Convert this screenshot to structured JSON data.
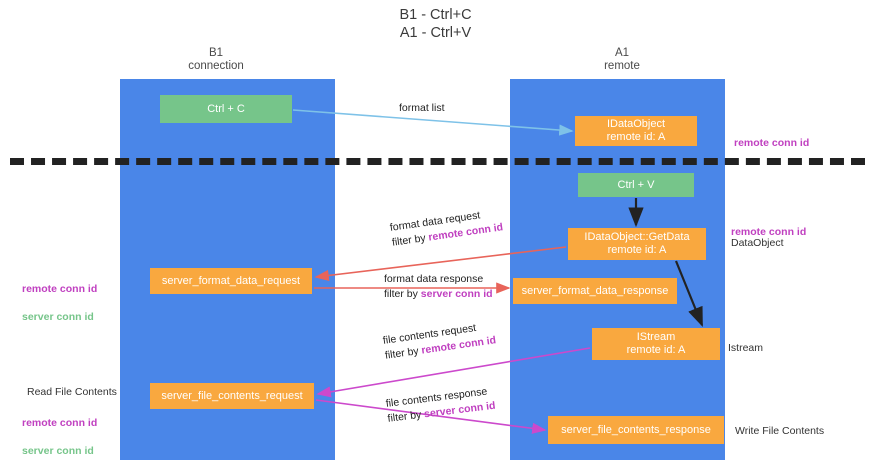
{
  "title": "B1 - Ctrl+C\nA1 - Ctrl+V",
  "columns": {
    "left": "B1\nconnection",
    "right": "A1\nremote"
  },
  "colors": {
    "lane": "#4a86e8",
    "node_green": "#76c58a",
    "node_orange": "#f9a83f",
    "remote_conn_id": "#c040c0",
    "server_conn_id": "#76c58a",
    "arrow_format_list": "#7ec2e8",
    "arrow_format_data": "#e8645a",
    "arrow_file_contents": "#cc49cc",
    "arrow_black": "#222222",
    "separator": "#222222"
  },
  "nodes": {
    "ctrl_c": "Ctrl + C",
    "idataobject": "IDataObject\nremote id: A",
    "ctrl_v": "Ctrl + V",
    "getdata": "IDataObject::GetData\nremote id: A",
    "server_format_data_request": "server_format_data_request",
    "server_format_data_response": "server_format_data_response",
    "istream": "IStream\nremote id: A",
    "server_file_contents_request": "server_file_contents_request",
    "server_file_contents_response": "server_file_contents_response"
  },
  "edges": {
    "format_list": "format list",
    "format_data_request": "format data request",
    "format_data_request_filter_prefix": "filter by ",
    "format_data_request_filter_key": "remote conn id",
    "format_data_response": "format data response",
    "format_data_response_filter_prefix": "filter by ",
    "format_data_response_filter_key": "server conn id",
    "file_contents_request": "file contents request",
    "file_contents_request_filter_prefix": "filter by ",
    "file_contents_request_filter_key": "remote conn id",
    "file_contents_response": "file contents response",
    "file_contents_response_filter_prefix": "filter by ",
    "file_contents_response_filter_key": "server conn id"
  },
  "annotations": {
    "right_top_remote": "remote conn id",
    "right_mid_remote": "remote conn id",
    "dataobject": "DataObject",
    "istream": "Istream",
    "write_file_contents": "Write File Contents",
    "left_remote": "remote conn id",
    "left_server": "server conn id",
    "read_file_contents": "Read File Contents",
    "left_remote2": "remote conn id",
    "left_server2": "server conn id"
  }
}
